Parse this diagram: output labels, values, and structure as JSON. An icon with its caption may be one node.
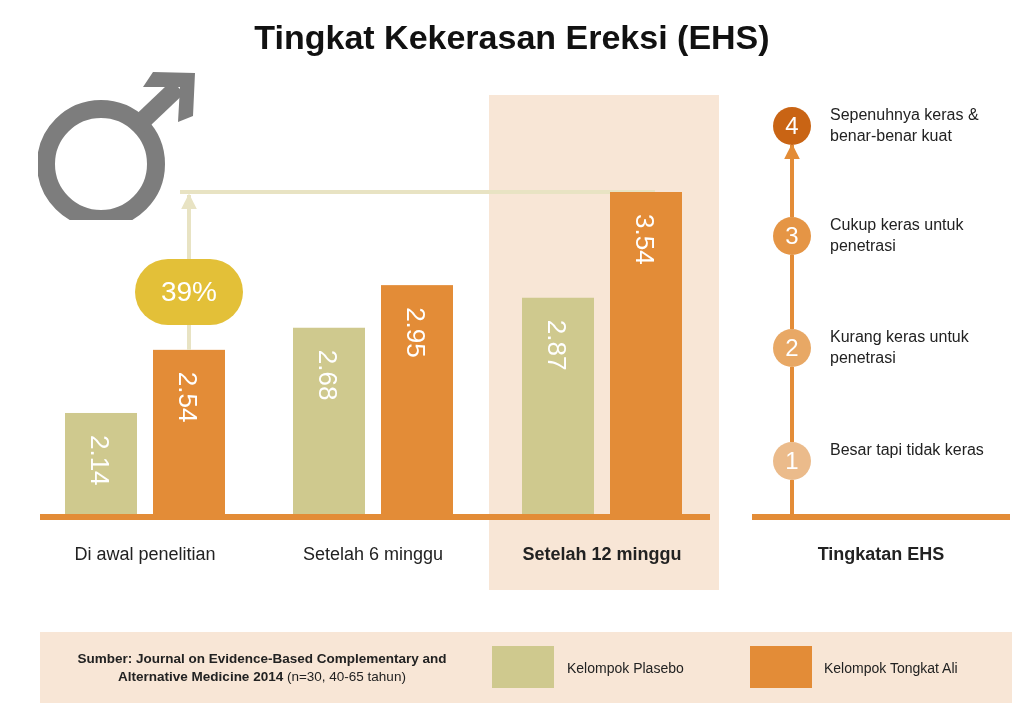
{
  "diagram": {
    "title": "Tingkat Kekerasan Ereksi (EHS)",
    "nodes": [
      {
        "text": [
          "39%"
        ]
      },
      {
        "text": [
          "4"
        ],
        "beside": [
          "Sepenuhnya keras & benar-benar kuat"
        ]
      },
      {
        "text": [
          "3"
        ],
        "beside": [
          "Cukup keras untuk penetrasi"
        ]
      },
      {
        "text": [
          "2"
        ],
        "beside": [
          "Kurang keras untuk penetrasi"
        ]
      },
      {
        "text": [
          "1"
        ],
        "beside": [
          "Besar tapi tidak keras"
        ]
      },
      {
        "text": [],
        "shape": "bar"
      }
    ],
    "edges": [
      {
        "from": 5,
        "to": 0,
        "arrow": "none",
        "color": "#e8e3c3"
      },
      {
        "from": 0,
        "to": null,
        "arrow": "to",
        "color": "#e8e3c3"
      },
      {
        "from": null,
        "to": 4,
        "arrow": "none"
      },
      {
        "from": 4,
        "to": 3,
        "arrow": "none"
      },
      {
        "from": 3,
        "to": 2,
        "arrow": "none"
      },
      {
        "from": 2,
        "to": 1,
        "arrow": "to"
      }
    ],
    "labels": [
      "Tingkatan EHS",
      "**Sumber: Journal on Evidence-Based Complementary and Alternative Medicine 2014** (n=30, 40-65 tahun)"
    ],
    "legend": [
      {
        "text": "Kelompok Plasebo",
        "color": "#cfc98e"
      },
      {
        "text": "Kelompok Tongkat Ali",
        "color": "#e38c37"
      }
    ],
    "chart_data": {
      "type": "bar",
      "categories": [
        "Di awal penelitian",
        "Setelah 6 minggu",
        "Setelah 12 minggu"
      ],
      "series": [
        {
          "color": "#cfc98e",
          "values": [
            2.14,
            2.68,
            2.87
          ]
        },
        {
          "color": "#e38c37",
          "values": [
            2.54,
            2.95,
            3.54
          ]
        }
      ],
      "ylim": [
        1.5,
        3.54
      ],
      "data_labels": true
    }
  }
}
